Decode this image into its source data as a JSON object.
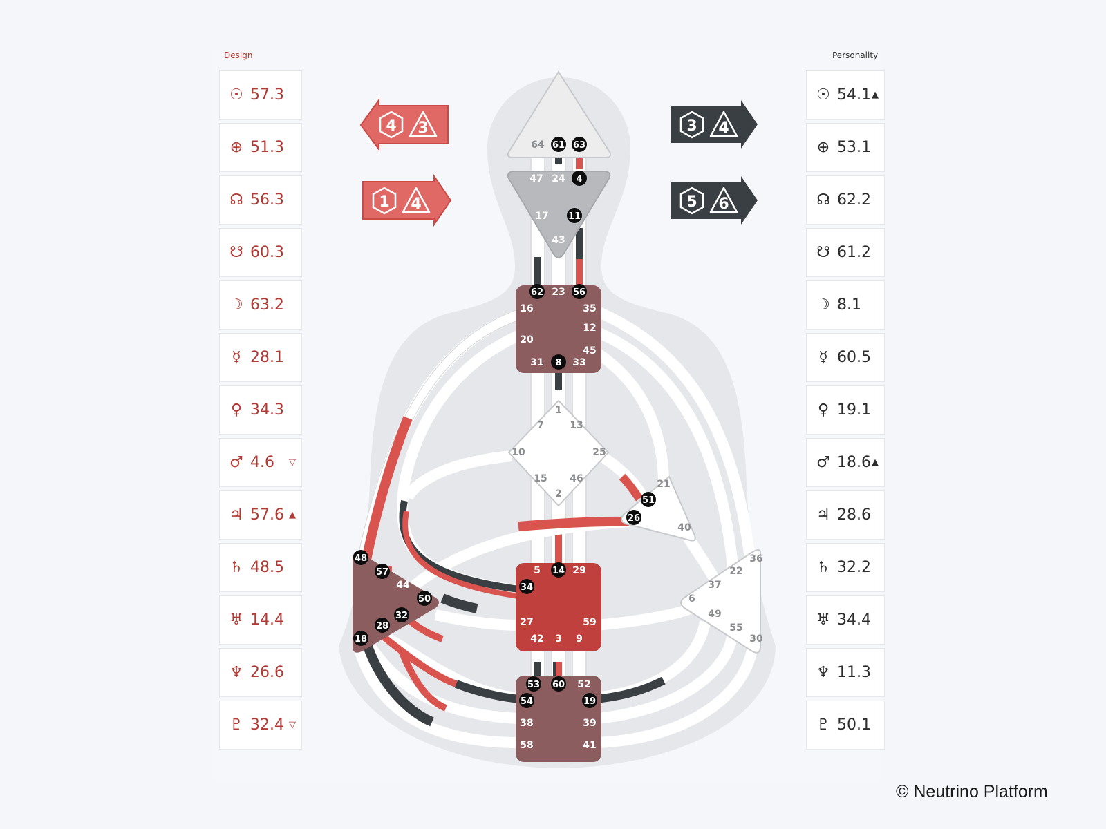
{
  "design": {
    "title": "Design",
    "rows": [
      {
        "symbol": "☉",
        "value": "57.3",
        "mark": ""
      },
      {
        "symbol": "⊕",
        "value": "51.3",
        "mark": ""
      },
      {
        "symbol": "☊",
        "value": "56.3",
        "mark": ""
      },
      {
        "symbol": "☋",
        "value": "60.3",
        "mark": ""
      },
      {
        "symbol": "☽",
        "value": "63.2",
        "mark": ""
      },
      {
        "symbol": "☿",
        "value": "28.1",
        "mark": ""
      },
      {
        "symbol": "♀",
        "value": "34.3",
        "mark": ""
      },
      {
        "symbol": "♂",
        "value": "4.6",
        "mark": "▽"
      },
      {
        "symbol": "♃",
        "value": "57.6",
        "mark": "▲"
      },
      {
        "symbol": "♄",
        "value": "48.5",
        "mark": ""
      },
      {
        "symbol": "♅",
        "value": "14.4",
        "mark": ""
      },
      {
        "symbol": "♆",
        "value": "26.6",
        "mark": ""
      },
      {
        "symbol": "♇",
        "value": "32.4",
        "mark": "▽"
      }
    ]
  },
  "personality": {
    "title": "Personality",
    "rows": [
      {
        "symbol": "☉",
        "value": "54.1",
        "mark": "▲"
      },
      {
        "symbol": "⊕",
        "value": "53.1",
        "mark": ""
      },
      {
        "symbol": "☊",
        "value": "62.2",
        "mark": ""
      },
      {
        "symbol": "☋",
        "value": "61.2",
        "mark": ""
      },
      {
        "symbol": "☽",
        "value": "8.1",
        "mark": ""
      },
      {
        "symbol": "☿",
        "value": "60.5",
        "mark": ""
      },
      {
        "symbol": "♀",
        "value": "19.1",
        "mark": ""
      },
      {
        "symbol": "♂",
        "value": "18.6",
        "mark": "▲"
      },
      {
        "symbol": "♃",
        "value": "28.6",
        "mark": ""
      },
      {
        "symbol": "♄",
        "value": "32.2",
        "mark": ""
      },
      {
        "symbol": "♅",
        "value": "34.4",
        "mark": ""
      },
      {
        "symbol": "♆",
        "value": "11.3",
        "mark": ""
      },
      {
        "symbol": "♇",
        "value": "50.1",
        "mark": ""
      }
    ]
  },
  "arrows": {
    "design_top": {
      "hex": "4",
      "tri": "3"
    },
    "design_bottom": {
      "hex": "1",
      "tri": "4"
    },
    "personality_top": {
      "hex": "3",
      "tri": "4"
    },
    "personality_bottom": {
      "hex": "5",
      "tri": "6"
    }
  },
  "gates": {
    "head": [
      {
        "n": "64",
        "active": false
      },
      {
        "n": "61",
        "active": true
      },
      {
        "n": "63",
        "active": true
      }
    ],
    "ajna": [
      {
        "n": "47",
        "active": false
      },
      {
        "n": "24",
        "active": false
      },
      {
        "n": "4",
        "active": true
      },
      {
        "n": "17",
        "active": false
      },
      {
        "n": "11",
        "active": true
      },
      {
        "n": "43",
        "active": false
      }
    ],
    "throat": [
      {
        "n": "62",
        "active": true
      },
      {
        "n": "23",
        "active": false
      },
      {
        "n": "56",
        "active": true
      },
      {
        "n": "16",
        "active": false
      },
      {
        "n": "35",
        "active": false
      },
      {
        "n": "12",
        "active": false
      },
      {
        "n": "20",
        "active": false
      },
      {
        "n": "45",
        "active": false
      },
      {
        "n": "31",
        "active": false
      },
      {
        "n": "8",
        "active": true
      },
      {
        "n": "33",
        "active": false
      }
    ],
    "g": [
      {
        "n": "1",
        "active": false
      },
      {
        "n": "7",
        "active": false
      },
      {
        "n": "13",
        "active": false
      },
      {
        "n": "10",
        "active": false
      },
      {
        "n": "25",
        "active": false
      },
      {
        "n": "15",
        "active": false
      },
      {
        "n": "46",
        "active": false
      },
      {
        "n": "2",
        "active": false
      }
    ],
    "heart": [
      {
        "n": "21",
        "active": false
      },
      {
        "n": "51",
        "active": true
      },
      {
        "n": "26",
        "active": true
      },
      {
        "n": "40",
        "active": false
      }
    ],
    "spleen": [
      {
        "n": "48",
        "active": true
      },
      {
        "n": "57",
        "active": true
      },
      {
        "n": "44",
        "active": false
      },
      {
        "n": "50",
        "active": true
      },
      {
        "n": "32",
        "active": true
      },
      {
        "n": "28",
        "active": true
      },
      {
        "n": "18",
        "active": true
      }
    ],
    "sacral": [
      {
        "n": "5",
        "active": false
      },
      {
        "n": "14",
        "active": true
      },
      {
        "n": "29",
        "active": false
      },
      {
        "n": "34",
        "active": true
      },
      {
        "n": "27",
        "active": false
      },
      {
        "n": "59",
        "active": false
      },
      {
        "n": "42",
        "active": false
      },
      {
        "n": "3",
        "active": false
      },
      {
        "n": "9",
        "active": false
      }
    ],
    "solar": [
      {
        "n": "36",
        "active": false
      },
      {
        "n": "22",
        "active": false
      },
      {
        "n": "37",
        "active": false
      },
      {
        "n": "6",
        "active": false
      },
      {
        "n": "49",
        "active": false
      },
      {
        "n": "55",
        "active": false
      },
      {
        "n": "30",
        "active": false
      }
    ],
    "root": [
      {
        "n": "53",
        "active": true
      },
      {
        "n": "60",
        "active": true
      },
      {
        "n": "52",
        "active": false
      },
      {
        "n": "54",
        "active": true
      },
      {
        "n": "19",
        "active": true
      },
      {
        "n": "38",
        "active": false
      },
      {
        "n": "39",
        "active": false
      },
      {
        "n": "58",
        "active": false
      },
      {
        "n": "41",
        "active": false
      }
    ]
  },
  "colors": {
    "design": "#d9534f",
    "personality": "#3a3f44",
    "throat": "#8b5d5e",
    "sacral": "#c0403d",
    "ajna": "#b8b9bc"
  },
  "copyright": "© Neutrino Platform"
}
